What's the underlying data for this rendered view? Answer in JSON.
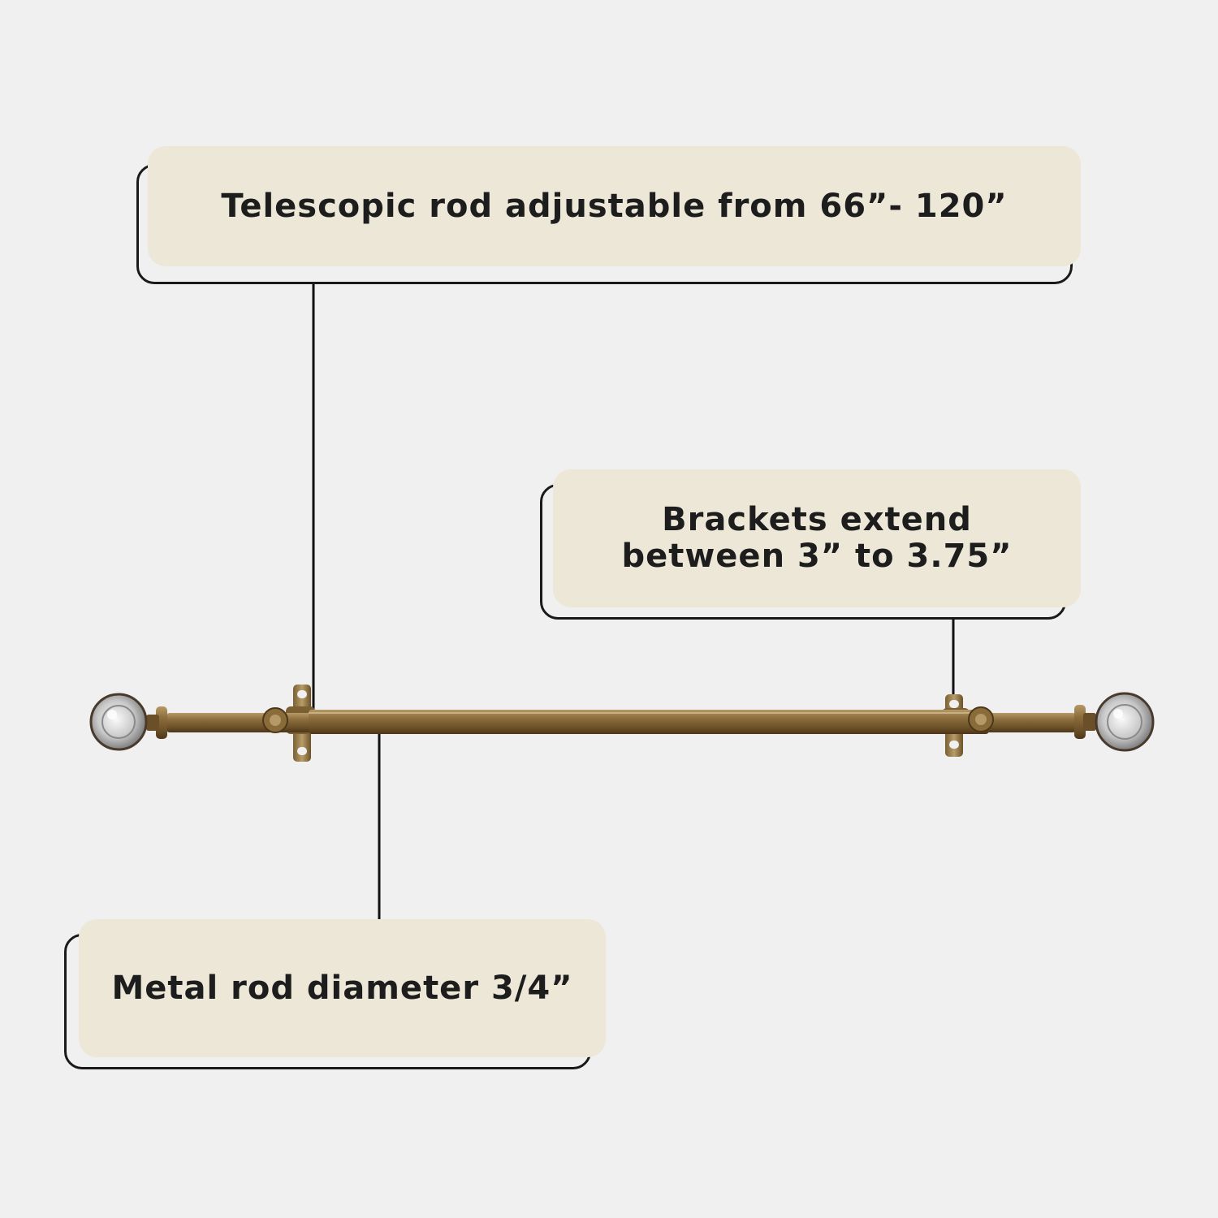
{
  "callouts": {
    "telescopic": {
      "text": "Telescopic rod adjustable from 66”- 120”"
    },
    "brackets": {
      "line1": "Brackets extend",
      "line2": "between 3” to 3.75”"
    },
    "diameter": {
      "text": "Metal rod diameter 3/4”"
    }
  },
  "colors": {
    "background": "#f0f0f0",
    "callout_fill": "#ede7d8",
    "outline": "#1a1a1a",
    "rod": "#8a6b3a"
  }
}
